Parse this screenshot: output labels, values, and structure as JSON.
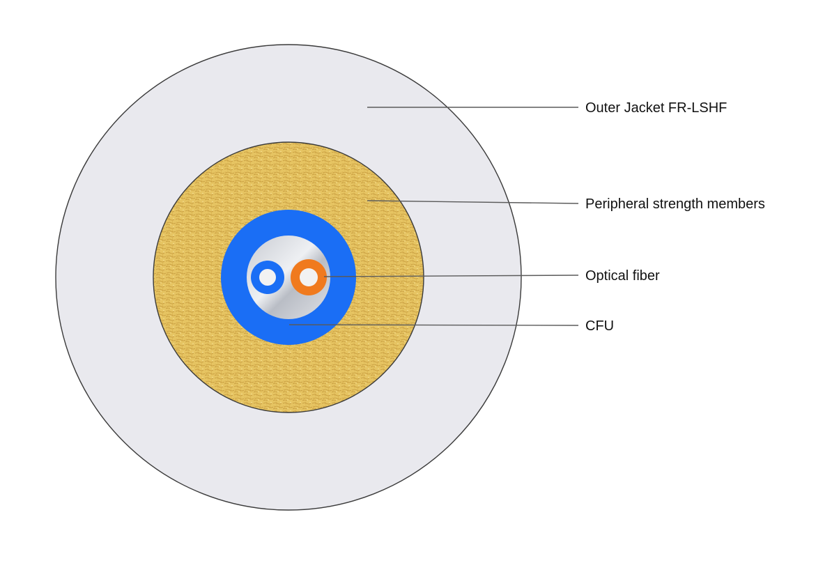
{
  "colors": {
    "outer_jacket": "#e9e9ee",
    "outline": "#3a3a3a",
    "strength_members": "#e4c060",
    "strength_texture": "#b8892e",
    "cfu_buffer": "#1a6ef5",
    "cfu_core": "#cfd2d8",
    "fiber_blue": "#1a6ef5",
    "fiber_orange": "#f07a1e",
    "fiber_core": "#f2f2f2",
    "leader_line": "#5a5a5a",
    "text": "#111111"
  },
  "callouts": [
    {
      "id": "outer-jacket",
      "label": "Outer Jacket FR-LSHF"
    },
    {
      "id": "strength-members",
      "label": "Peripheral strength members"
    },
    {
      "id": "optical-fiber",
      "label": "Optical fiber"
    },
    {
      "id": "cfu",
      "label": "CFU"
    }
  ]
}
